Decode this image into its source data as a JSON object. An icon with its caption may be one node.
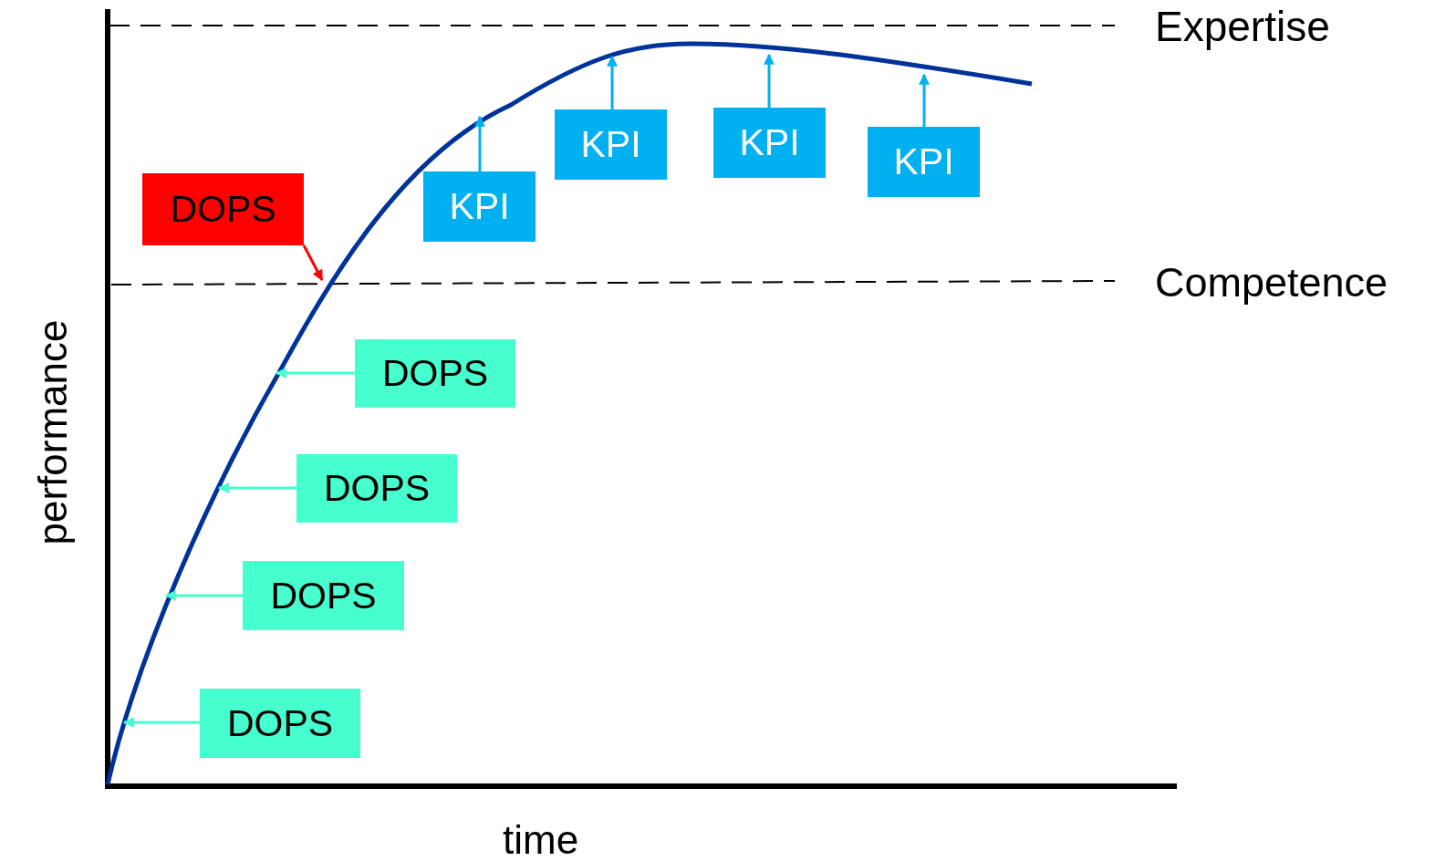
{
  "diagram": {
    "nodes": [
      {
        "text": [
          "DOPS"
        ]
      },
      {
        "text": [
          "KPI"
        ]
      },
      {
        "text": [
          "KPI"
        ]
      },
      {
        "text": [
          "KPI"
        ]
      },
      {
        "text": [
          "KPI"
        ]
      },
      {
        "text": [
          "DOPS"
        ]
      },
      {
        "text": [
          "DOPS"
        ]
      },
      {
        "text": [
          "DOPS"
        ]
      },
      {
        "text": [
          "DOPS"
        ]
      }
    ],
    "edges": [
      {
        "from": 0,
        "to": null,
        "arrow": "to",
        "color": "#ff0000"
      },
      {
        "from": 1,
        "to": null,
        "arrow": "to",
        "color": "#00b0f0"
      },
      {
        "from": 2,
        "to": null,
        "arrow": "to",
        "color": "#00b0f0"
      },
      {
        "from": 3,
        "to": null,
        "arrow": "to",
        "color": "#00b0f0"
      },
      {
        "from": 4,
        "to": null,
        "arrow": "to",
        "color": "#00b0f0"
      },
      {
        "from": 5,
        "to": null,
        "arrow": "to"
      },
      {
        "from": 6,
        "to": null,
        "arrow": "to"
      },
      {
        "from": 7,
        "to": null,
        "arrow": "to"
      },
      {
        "from": 8,
        "to": null,
        "arrow": "to"
      }
    ],
    "labels": [
      "Expertise",
      "Competence",
      "performance",
      "time"
    ]
  }
}
